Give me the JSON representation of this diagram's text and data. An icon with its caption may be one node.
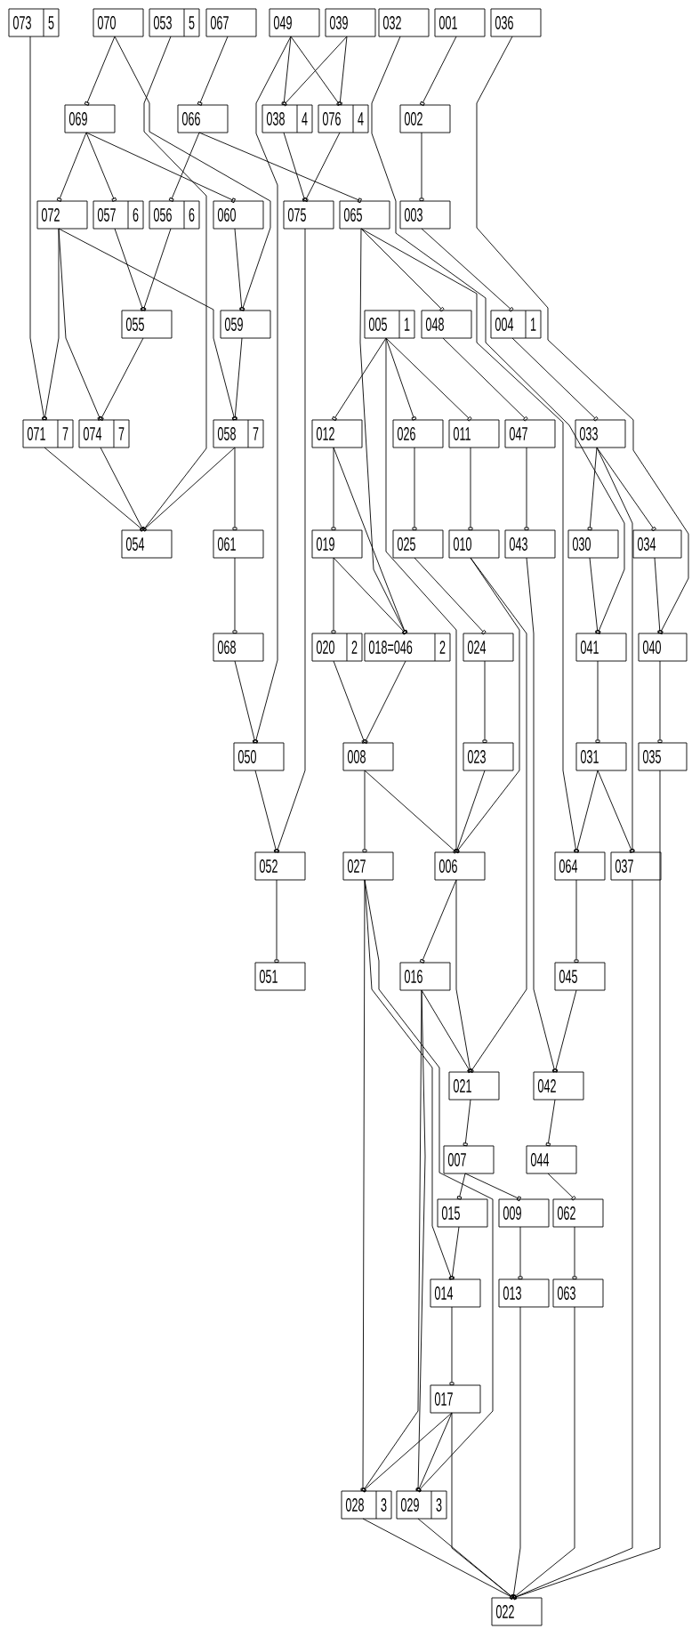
{
  "diagram": {
    "nodes": [
      {
        "text": [
          "073",
          "5"
        ]
      },
      {
        "text": [
          "070"
        ]
      },
      {
        "text": [
          "053",
          "5"
        ]
      },
      {
        "text": [
          "067"
        ]
      },
      {
        "text": [
          "049"
        ]
      },
      {
        "text": [
          "039"
        ]
      },
      {
        "text": [
          "032"
        ]
      },
      {
        "text": [
          "001"
        ]
      },
      {
        "text": [
          "036"
        ]
      },
      {
        "text": [
          "069"
        ]
      },
      {
        "text": [
          "066"
        ]
      },
      {
        "text": [
          "038",
          "4"
        ]
      },
      {
        "text": [
          "076",
          "4"
        ]
      },
      {
        "text": [
          "002"
        ]
      },
      {
        "text": [
          "072"
        ]
      },
      {
        "text": [
          "057",
          "6"
        ]
      },
      {
        "text": [
          "056",
          "6"
        ]
      },
      {
        "text": [
          "060"
        ]
      },
      {
        "text": [
          "075"
        ]
      },
      {
        "text": [
          "065"
        ]
      },
      {
        "text": [
          "003"
        ]
      },
      {
        "text": [
          "055"
        ]
      },
      {
        "text": [
          "059"
        ]
      },
      {
        "text": [
          "005",
          "1"
        ]
      },
      {
        "text": [
          "048"
        ]
      },
      {
        "text": [
          "004",
          "1"
        ]
      },
      {
        "text": [
          "071",
          "7"
        ]
      },
      {
        "text": [
          "074",
          "7"
        ]
      },
      {
        "text": [
          "058",
          "7"
        ]
      },
      {
        "text": [
          "012"
        ]
      },
      {
        "text": [
          "026"
        ]
      },
      {
        "text": [
          "011"
        ]
      },
      {
        "text": [
          "047"
        ]
      },
      {
        "text": [
          "033"
        ]
      },
      {
        "text": [
          "054"
        ]
      },
      {
        "text": [
          "061"
        ]
      },
      {
        "text": [
          "019"
        ]
      },
      {
        "text": [
          "025"
        ]
      },
      {
        "text": [
          "010"
        ]
      },
      {
        "text": [
          "043"
        ]
      },
      {
        "text": [
          "030"
        ]
      },
      {
        "text": [
          "034"
        ]
      },
      {
        "text": [
          "068"
        ]
      },
      {
        "text": [
          "020",
          "2"
        ]
      },
      {
        "text": [
          "018=046",
          "2"
        ]
      },
      {
        "text": [
          "024"
        ]
      },
      {
        "text": [
          "041"
        ]
      },
      {
        "text": [
          "040"
        ]
      },
      {
        "text": [
          "050"
        ]
      },
      {
        "text": [
          "008"
        ]
      },
      {
        "text": [
          "023"
        ]
      },
      {
        "text": [
          "031"
        ]
      },
      {
        "text": [
          "035"
        ]
      },
      {
        "text": [
          "052"
        ]
      },
      {
        "text": [
          "027"
        ]
      },
      {
        "text": [
          "006"
        ]
      },
      {
        "text": [
          "064"
        ]
      },
      {
        "text": [
          "037"
        ]
      },
      {
        "text": [
          "051"
        ]
      },
      {
        "text": [
          "016"
        ]
      },
      {
        "text": [
          "045"
        ]
      },
      {
        "text": [
          "021"
        ]
      },
      {
        "text": [
          "042"
        ]
      },
      {
        "text": [
          "007"
        ]
      },
      {
        "text": [
          "044"
        ]
      },
      {
        "text": [
          "015"
        ]
      },
      {
        "text": [
          "009"
        ]
      },
      {
        "text": [
          "062"
        ]
      },
      {
        "text": [
          "014"
        ]
      },
      {
        "text": [
          "013"
        ]
      },
      {
        "text": [
          "063"
        ]
      },
      {
        "text": [
          "017"
        ]
      },
      {
        "text": [
          "028",
          "3"
        ]
      },
      {
        "text": [
          "029",
          "3"
        ]
      },
      {
        "text": [
          "022"
        ]
      }
    ],
    "edges": [
      {
        "from": 0,
        "to": 26,
        "arrow": "other"
      },
      {
        "from": 1,
        "to": 9,
        "arrow": "other"
      },
      {
        "from": 1,
        "to": 22,
        "arrow": "other"
      },
      {
        "from": 2,
        "to": 34,
        "arrow": "other"
      },
      {
        "from": 3,
        "to": 10,
        "arrow": "other"
      },
      {
        "from": 4,
        "to": 11,
        "arrow": "other"
      },
      {
        "from": 4,
        "to": 12,
        "arrow": "other"
      },
      {
        "from": 4,
        "to": 48,
        "arrow": "other"
      },
      {
        "from": 5,
        "to": 11,
        "arrow": "other"
      },
      {
        "from": 5,
        "to": 12,
        "arrow": "other"
      },
      {
        "from": 6,
        "to": 46,
        "arrow": "other"
      },
      {
        "from": 7,
        "to": 13,
        "arrow": "other"
      },
      {
        "from": 8,
        "to": 47,
        "arrow": "other"
      },
      {
        "from": 9,
        "to": 14,
        "arrow": "other"
      },
      {
        "from": 9,
        "to": 15,
        "arrow": "other"
      },
      {
        "from": 9,
        "to": 17,
        "arrow": "other"
      },
      {
        "from": 10,
        "to": 16,
        "arrow": "other"
      },
      {
        "from": 10,
        "to": 19,
        "arrow": "other"
      },
      {
        "from": 11,
        "to": 18,
        "arrow": "other"
      },
      {
        "from": 12,
        "to": 18,
        "arrow": "other"
      },
      {
        "from": 13,
        "to": 20,
        "arrow": "other"
      },
      {
        "from": 14,
        "to": 26,
        "arrow": "other"
      },
      {
        "from": 14,
        "to": 27,
        "arrow": "other"
      },
      {
        "from": 14,
        "to": 28,
        "arrow": "other"
      },
      {
        "from": 15,
        "to": 21,
        "arrow": "other"
      },
      {
        "from": 16,
        "to": 21,
        "arrow": "other"
      },
      {
        "from": 17,
        "to": 22,
        "arrow": "other"
      },
      {
        "from": 18,
        "to": 53,
        "arrow": "other"
      },
      {
        "from": 19,
        "to": 24,
        "arrow": "other"
      },
      {
        "from": 19,
        "to": 44,
        "arrow": "other"
      },
      {
        "from": 19,
        "to": 56,
        "arrow": "other"
      },
      {
        "from": 20,
        "to": 25,
        "arrow": "other"
      },
      {
        "from": 21,
        "to": 27,
        "arrow": "other"
      },
      {
        "from": 22,
        "to": 28,
        "arrow": "other"
      },
      {
        "from": 23,
        "to": 29,
        "arrow": "other"
      },
      {
        "from": 23,
        "to": 30,
        "arrow": "other"
      },
      {
        "from": 23,
        "to": 31,
        "arrow": "other"
      },
      {
        "from": 23,
        "to": 55,
        "arrow": "other"
      },
      {
        "from": 24,
        "to": 32,
        "arrow": "other"
      },
      {
        "from": 25,
        "to": 33,
        "arrow": "other"
      },
      {
        "from": 26,
        "to": 34,
        "arrow": "other"
      },
      {
        "from": 27,
        "to": 34,
        "arrow": "other"
      },
      {
        "from": 28,
        "to": 34,
        "arrow": "other"
      },
      {
        "from": 28,
        "to": 35,
        "arrow": "other"
      },
      {
        "from": 29,
        "to": 36,
        "arrow": "other"
      },
      {
        "from": 29,
        "to": 44,
        "arrow": "other"
      },
      {
        "from": 30,
        "to": 37,
        "arrow": "other"
      },
      {
        "from": 31,
        "to": 38,
        "arrow": "other"
      },
      {
        "from": 32,
        "to": 39,
        "arrow": "other"
      },
      {
        "from": 33,
        "to": 40,
        "arrow": "other"
      },
      {
        "from": 33,
        "to": 41,
        "arrow": "other"
      },
      {
        "from": 33,
        "to": 57,
        "arrow": "other"
      },
      {
        "from": 35,
        "to": 42,
        "arrow": "other"
      },
      {
        "from": 36,
        "to": 43,
        "arrow": "other"
      },
      {
        "from": 36,
        "to": 44,
        "arrow": "other"
      },
      {
        "from": 37,
        "to": 45,
        "arrow": "other"
      },
      {
        "from": 38,
        "to": 55,
        "arrow": "other"
      },
      {
        "from": 38,
        "to": 61,
        "arrow": "other"
      },
      {
        "from": 39,
        "to": 62,
        "arrow": "other"
      },
      {
        "from": 40,
        "to": 46,
        "arrow": "other"
      },
      {
        "from": 41,
        "to": 47,
        "arrow": "other"
      },
      {
        "from": 42,
        "to": 48,
        "arrow": "other"
      },
      {
        "from": 43,
        "to": 49,
        "arrow": "other"
      },
      {
        "from": 44,
        "to": 49,
        "arrow": "other"
      },
      {
        "from": 45,
        "to": 50,
        "arrow": "other"
      },
      {
        "from": 46,
        "to": 51,
        "arrow": "other"
      },
      {
        "from": 47,
        "to": 52,
        "arrow": "other"
      },
      {
        "from": 48,
        "to": 53,
        "arrow": "other"
      },
      {
        "from": 49,
        "to": 54,
        "arrow": "other"
      },
      {
        "from": 49,
        "to": 55,
        "arrow": "other"
      },
      {
        "from": 50,
        "to": 55,
        "arrow": "other"
      },
      {
        "from": 51,
        "to": 56,
        "arrow": "other"
      },
      {
        "from": 51,
        "to": 57,
        "arrow": "other"
      },
      {
        "from": 52,
        "to": 74,
        "arrow": "other"
      },
      {
        "from": 53,
        "to": 58,
        "arrow": "other"
      },
      {
        "from": 54,
        "to": 68,
        "arrow": "other"
      },
      {
        "from": 54,
        "to": 73,
        "arrow": "other"
      },
      {
        "from": 54,
        "to": 72,
        "arrow": "other"
      },
      {
        "from": 55,
        "to": 59,
        "arrow": "other"
      },
      {
        "from": 55,
        "to": 61,
        "arrow": "other"
      },
      {
        "from": 56,
        "to": 60,
        "arrow": "other"
      },
      {
        "from": 57,
        "to": 74,
        "arrow": "other"
      },
      {
        "from": 59,
        "to": 61,
        "arrow": "other"
      },
      {
        "from": 59,
        "to": 72,
        "arrow": "other"
      },
      {
        "from": 59,
        "to": 73,
        "arrow": "other"
      },
      {
        "from": 60,
        "to": 62,
        "arrow": "other"
      },
      {
        "from": 61,
        "to": 63,
        "arrow": "other"
      },
      {
        "from": 62,
        "to": 64,
        "arrow": "other"
      },
      {
        "from": 63,
        "to": 65,
        "arrow": "other"
      },
      {
        "from": 63,
        "to": 66,
        "arrow": "other"
      },
      {
        "from": 64,
        "to": 67,
        "arrow": "other"
      },
      {
        "from": 65,
        "to": 68,
        "arrow": "other"
      },
      {
        "from": 66,
        "to": 69,
        "arrow": "other"
      },
      {
        "from": 67,
        "to": 70,
        "arrow": "other"
      },
      {
        "from": 68,
        "to": 71,
        "arrow": "other"
      },
      {
        "from": 69,
        "to": 74,
        "arrow": "other"
      },
      {
        "from": 70,
        "to": 74,
        "arrow": "other"
      },
      {
        "from": 71,
        "to": 72,
        "arrow": "other"
      },
      {
        "from": 71,
        "to": 73,
        "arrow": "other"
      },
      {
        "from": 71,
        "to": 74,
        "arrow": "other"
      },
      {
        "from": 72,
        "to": 74,
        "arrow": "other"
      },
      {
        "from": 73,
        "to": 74,
        "arrow": "other"
      }
    ]
  }
}
